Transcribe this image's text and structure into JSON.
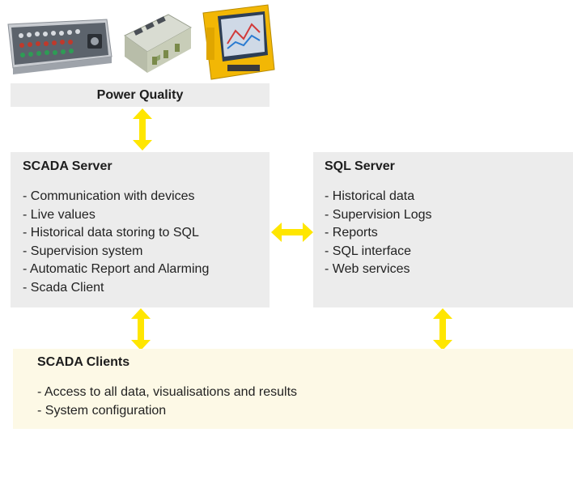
{
  "colors": {
    "box_gray": "#ececec",
    "box_yellow": "#fdf9e6",
    "arrow_yellow": "#ffe600"
  },
  "power_quality": {
    "title": "Power Quality"
  },
  "scada_server": {
    "title": "SCADA Server",
    "items": [
      "- Communication with devices",
      "- Live values",
      "- Historical data storing to SQL",
      "- Supervision system",
      "- Automatic Report and Alarming",
      "- Scada Client"
    ]
  },
  "sql_server": {
    "title": "SQL Server",
    "items": [
      "- Historical data",
      "- Supervision Logs",
      "- Reports",
      "- SQL interface",
      "- Web services"
    ]
  },
  "scada_clients": {
    "title": "SCADA Clients",
    "items": [
      "- Access to all data, visualisations and results",
      "- System configuration"
    ]
  },
  "icons": {
    "devices": [
      "power-analyzer-rack-icon",
      "din-rail-meter-icon",
      "portable-analyzer-icon"
    ],
    "arrows": [
      "double-arrow-vertical-icon",
      "double-arrow-horizontal-icon"
    ]
  }
}
